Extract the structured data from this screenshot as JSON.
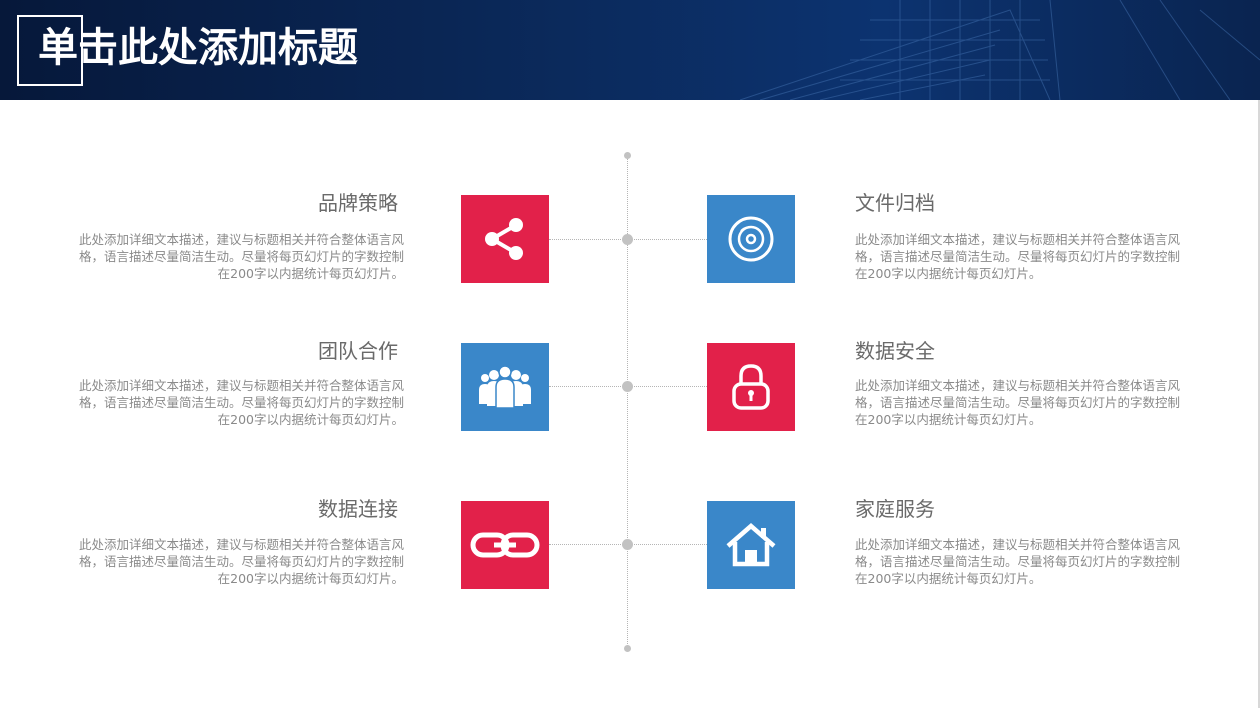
{
  "slide": {
    "title": "单击此处添加标题"
  },
  "colors": {
    "accent_red": "#e2214a",
    "accent_blue": "#3a87c9",
    "header_dark": "#0b2a5c"
  },
  "items": [
    {
      "title": "品牌策略",
      "desc": "此处添加详细文本描述，建议与标题相关并符合整体语言风格，语言描述尽量简洁生动。尽量将每页幻灯片的字数控制在200字以内据统计每页幻灯片。",
      "icon": "share-icon",
      "color": "red",
      "side": "left"
    },
    {
      "title": "文件归档",
      "desc": "此处添加详细文本描述，建议与标题相关并符合整体语言风格，语言描述尽量简洁生动。尽量将每页幻灯片的字数控制在200字以内据统计每页幻灯片。",
      "icon": "disc-icon",
      "color": "blue",
      "side": "right"
    },
    {
      "title": "团队合作",
      "desc": "此处添加详细文本描述，建议与标题相关并符合整体语言风格，语言描述尽量简洁生动。尽量将每页幻灯片的字数控制在200字以内据统计每页幻灯片。",
      "icon": "team-icon",
      "color": "blue",
      "side": "left"
    },
    {
      "title": "数据安全",
      "desc": "此处添加详细文本描述，建议与标题相关并符合整体语言风格，语言描述尽量简洁生动。尽量将每页幻灯片的字数控制在200字以内据统计每页幻灯片。",
      "icon": "lock-icon",
      "color": "red",
      "side": "right"
    },
    {
      "title": "数据连接",
      "desc": "此处添加详细文本描述，建议与标题相关并符合整体语言风格，语言描述尽量简洁生动。尽量将每页幻灯片的字数控制在200字以内据统计每页幻灯片。",
      "icon": "link-icon",
      "color": "red",
      "side": "left"
    },
    {
      "title": "家庭服务",
      "desc": "此处添加详细文本描述，建议与标题相关并符合整体语言风格，语言描述尽量简洁生动。尽量将每页幻灯片的字数控制在200字以内据统计每页幻灯片。",
      "icon": "home-icon",
      "color": "blue",
      "side": "right"
    }
  ]
}
